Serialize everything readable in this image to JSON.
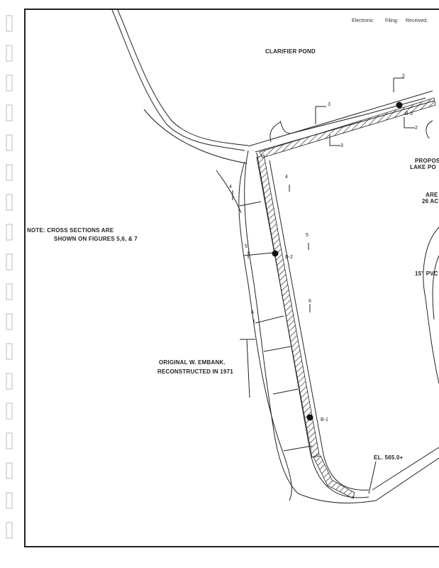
{
  "header": {
    "electronic": "Electronic",
    "filing": "Filing:",
    "received": "Received,"
  },
  "labels": {
    "clarifier_pond": "CLARIFIER POND",
    "note_line1": "NOTE: CROSS SECTIONS ARE",
    "note_line2": "SHOWN ON FIGURES 5,6, & 7",
    "original_line1": "ORIGINAL W. EMBANK.",
    "original_line2": "RECONSTRUCTED IN 1971",
    "proposed_line1": "PROPOS",
    "proposed_line2": "LAKE PO",
    "area_line1": "ARE",
    "area_line2": "26 AC",
    "pvc": "15\" PVC",
    "elevation": "EL. 565.0+"
  },
  "borings": [
    {
      "id": "B-1"
    },
    {
      "id": "B-2"
    },
    {
      "id": "B-3"
    }
  ],
  "sections": [
    {
      "num": "2",
      "label_a": "2",
      "label_b": "2"
    },
    {
      "num": "3",
      "label_a": "3",
      "label_b": "3"
    },
    {
      "num": "4",
      "label_a": "4",
      "label_b": "4"
    },
    {
      "num": "5",
      "label_a": "5",
      "label_b": "5"
    },
    {
      "num": "6",
      "label_a": "6",
      "label_b": "6"
    }
  ],
  "colors": {
    "ink": "#222222",
    "paper": "#ffffff"
  }
}
